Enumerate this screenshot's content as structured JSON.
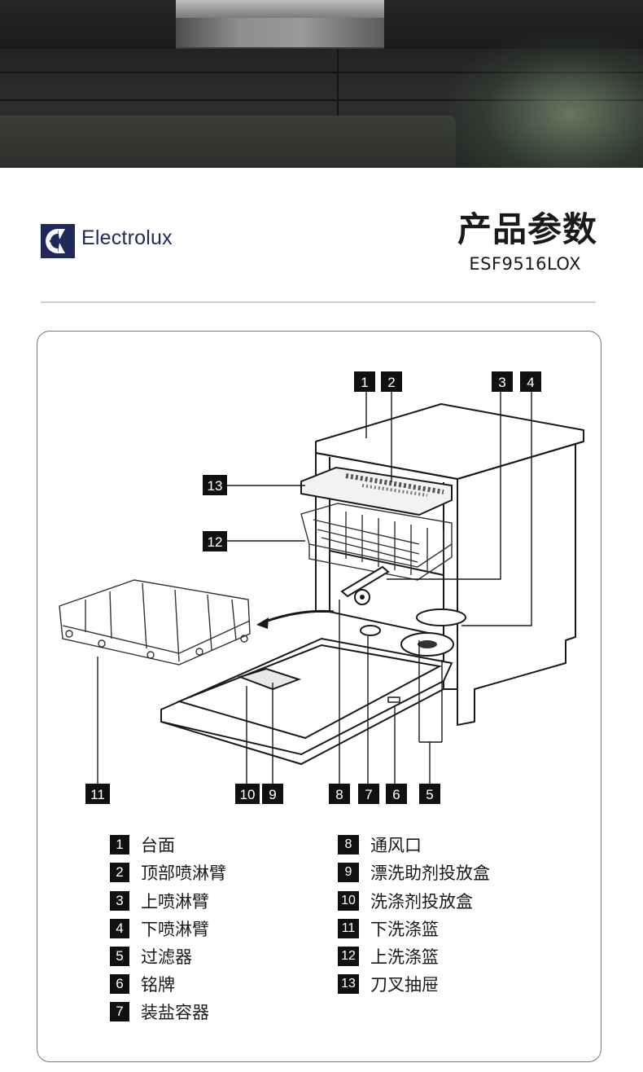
{
  "brand": {
    "name": "Electrolux",
    "accent": "#1f2a5a"
  },
  "header": {
    "title": "产品参数",
    "model": "ESF9516LOX"
  },
  "diagram": {
    "callouts": [
      "1",
      "2",
      "3",
      "4",
      "5",
      "6",
      "7",
      "8",
      "9",
      "10",
      "11",
      "12",
      "13"
    ]
  },
  "legend": {
    "left": [
      {
        "num": "1",
        "label": "台面"
      },
      {
        "num": "2",
        "label": "顶部喷淋臂"
      },
      {
        "num": "3",
        "label": "上喷淋臂"
      },
      {
        "num": "4",
        "label": "下喷淋臂"
      },
      {
        "num": "5",
        "label": "过滤器"
      },
      {
        "num": "6",
        "label": "铭牌"
      },
      {
        "num": "7",
        "label": "装盐容器"
      }
    ],
    "right": [
      {
        "num": "8",
        "label": "通风口"
      },
      {
        "num": "9",
        "label": "漂洗助剂投放盒"
      },
      {
        "num": "10",
        "label": "洗涤剂投放盒"
      },
      {
        "num": "11",
        "label": "下洗涤篮"
      },
      {
        "num": "12",
        "label": "上洗涤篮"
      },
      {
        "num": "13",
        "label": "刀叉抽屉"
      }
    ]
  }
}
